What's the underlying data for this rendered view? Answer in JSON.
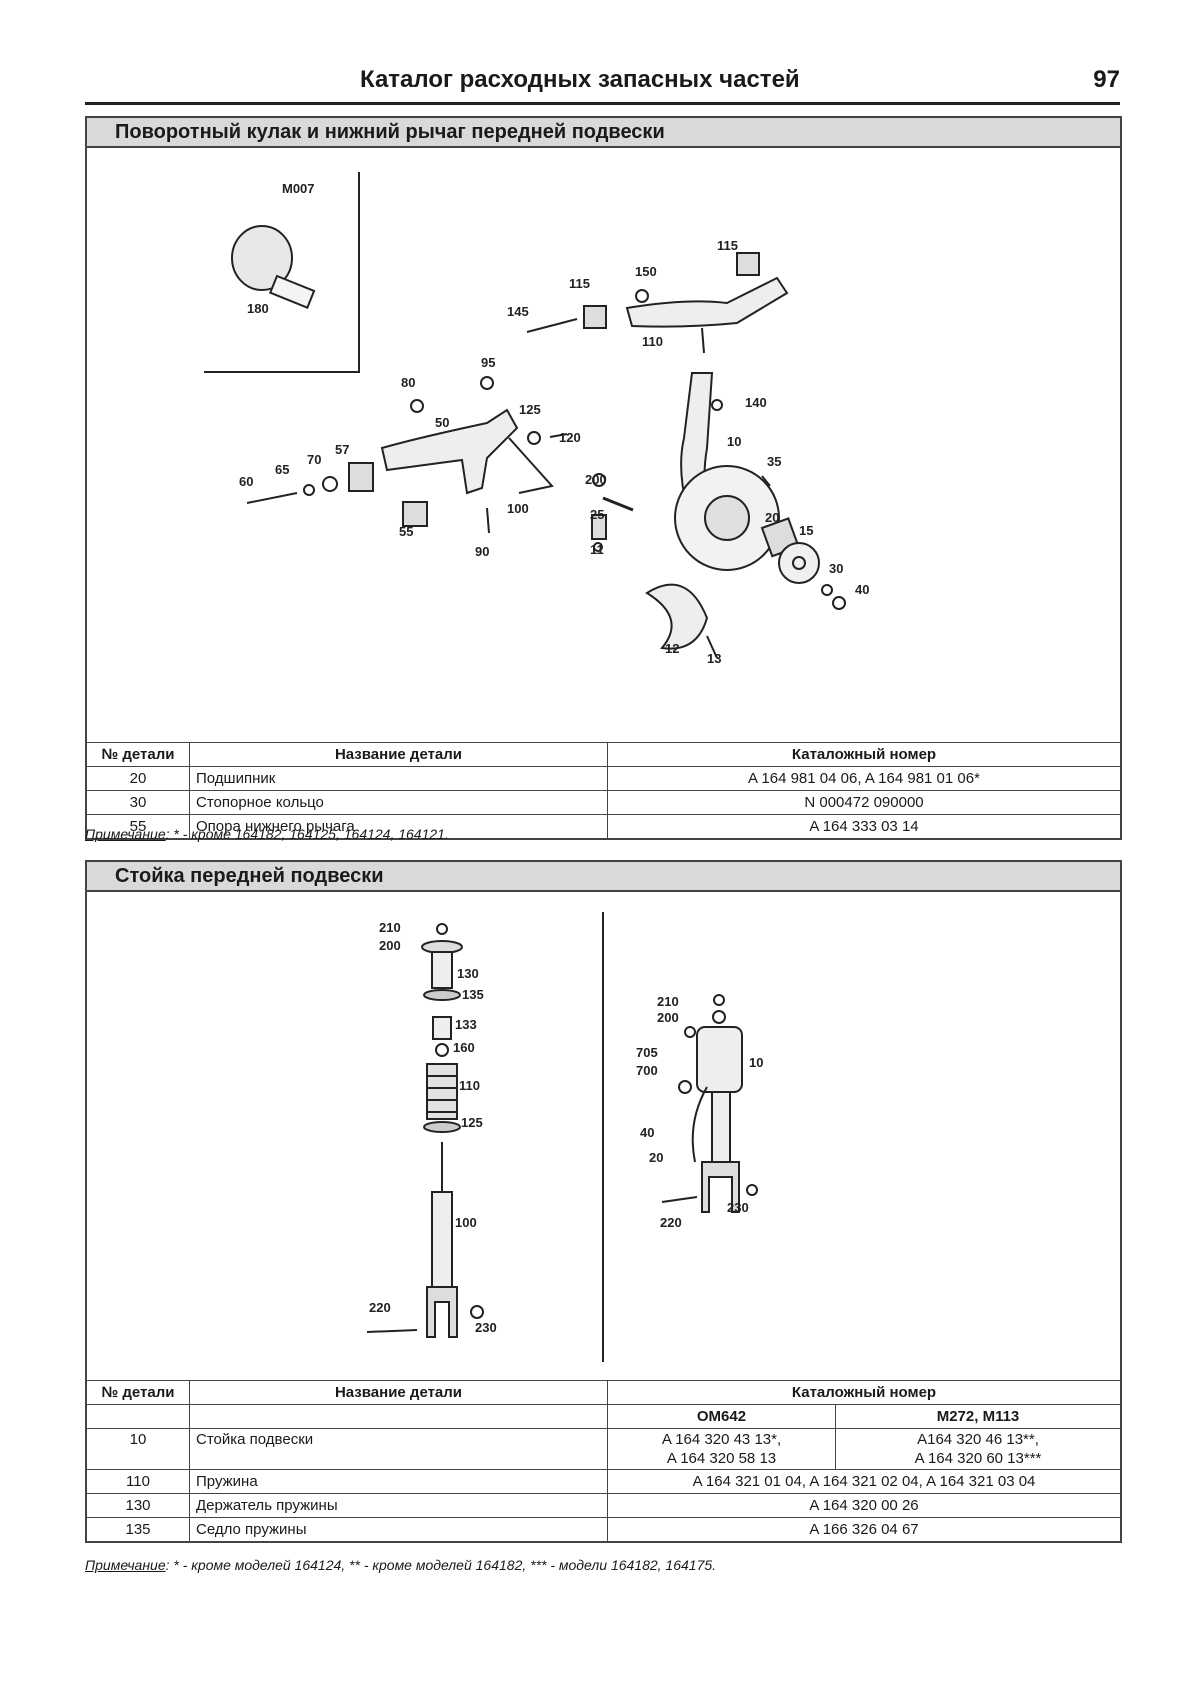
{
  "header": {
    "title": "Каталог расходных запасных частей",
    "page_number": "97"
  },
  "section1": {
    "title": "Поворотный кулак и нижний рычаг передней подвески",
    "callouts": [
      "M007",
      "180",
      "115",
      "150",
      "115",
      "145",
      "110",
      "95",
      "80",
      "125",
      "50",
      "120",
      "140",
      "10",
      "35",
      "57",
      "70",
      "65",
      "60",
      "100",
      "200",
      "25",
      "11",
      "20",
      "15",
      "55",
      "90",
      "30",
      "40",
      "12",
      "13"
    ],
    "table": {
      "headers": [
        "№ детали",
        "Название детали",
        "Каталожный номер"
      ],
      "rows": [
        {
          "num": "20",
          "name": "Подшипник",
          "catalog": "A 164 981 04 06, A 164 981 01 06*"
        },
        {
          "num": "30",
          "name": "Стопорное кольцо",
          "catalog": "N 000472 090000"
        },
        {
          "num": "55",
          "name": "Опора нижнего рычага",
          "catalog": "A 164 333 03 14"
        }
      ]
    },
    "note": {
      "label": "Примечание",
      "text": ": * - кроме 164182, 164125, 164124, 164121."
    }
  },
  "section2": {
    "title": "Стойка передней подвески",
    "callouts_left": [
      "210",
      "200",
      "130",
      "135",
      "133",
      "160",
      "110",
      "125",
      "100",
      "220",
      "230"
    ],
    "callouts_right": [
      "210",
      "200",
      "705",
      "700",
      "10",
      "40",
      "20",
      "220",
      "230"
    ],
    "table": {
      "headers": [
        "№ детали",
        "Название детали",
        "Каталожный номер"
      ],
      "subheaders": [
        "OM642",
        "M272, M113"
      ],
      "rows": [
        {
          "num": "10",
          "name": "Стойка подвески",
          "om642": "A 164 320 43 13*,\nA 164 320 58 13",
          "m272": "A164 320 46 13**,\nA 164 320 60 13***"
        },
        {
          "num": "110",
          "name": "Пружина",
          "catalog": "A 164 321 01 04, A 164 321 02 04, A 164 321 03 04"
        },
        {
          "num": "130",
          "name": "Держатель пружины",
          "catalog": "A 164 320 00 26"
        },
        {
          "num": "135",
          "name": "Седло пружины",
          "catalog": "A 166 326 04 67"
        }
      ]
    },
    "note": {
      "label": "Примечание",
      "text": ": * - кроме моделей 164124, ** - кроме моделей 164182, *** - модели 164182, 164175."
    }
  }
}
